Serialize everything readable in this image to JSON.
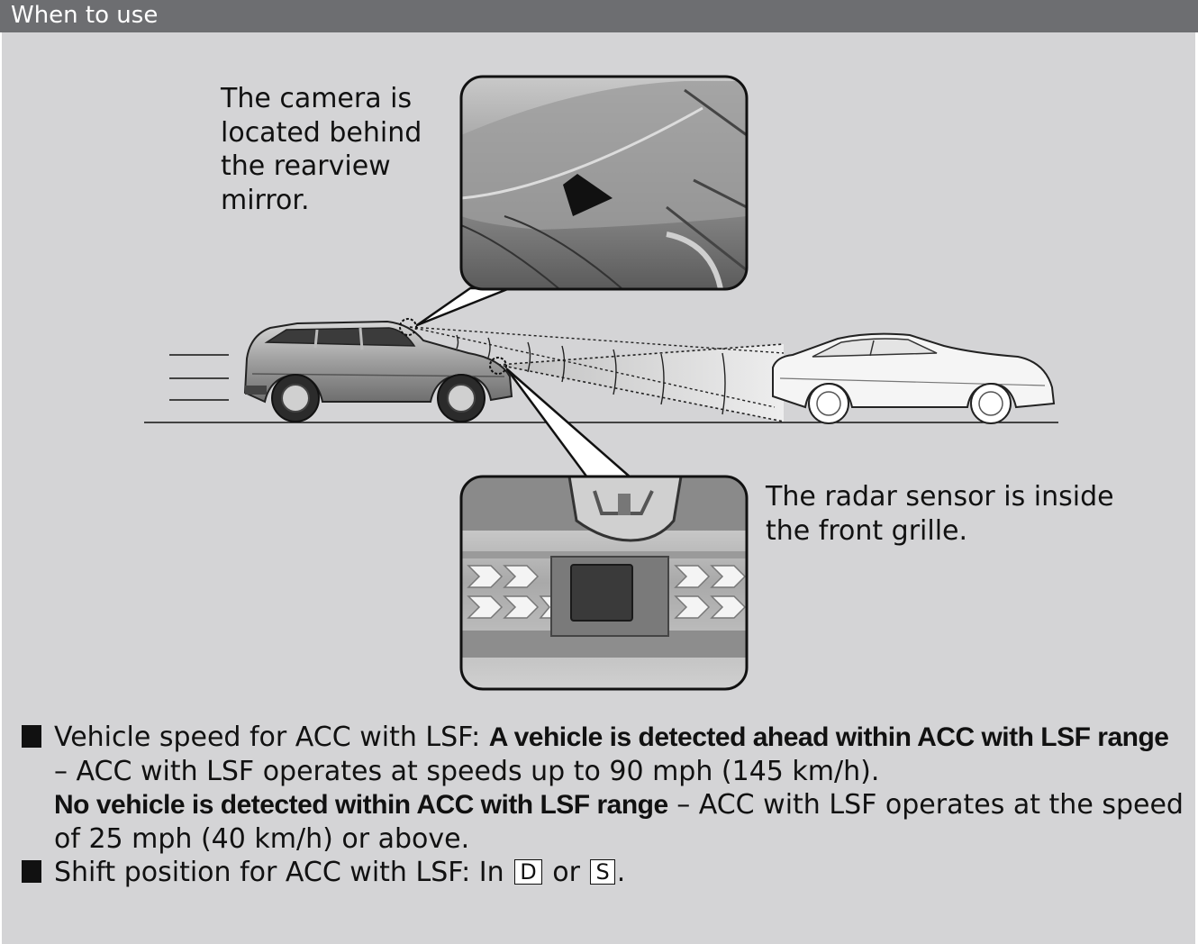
{
  "header": {
    "title": "When to use"
  },
  "captions": {
    "camera": "The camera is located behind the rearview mirror.",
    "radar": "The radar sensor is inside the front grille."
  },
  "notes": {
    "speed": {
      "label": "Vehicle speed for ACC with LSF: ",
      "detected_bold": "A vehicle is detected ahead within ACC with LSF range",
      "detected_text": " – ACC with LSF operates at speeds up to 90 mph (145 km/h).",
      "not_detected_bold": "No vehicle is detected within ACC with LSF range",
      "not_detected_text": " – ACC with LSF operates at the speed of 25 mph (40 km/h) or above."
    },
    "shift": {
      "label": "Shift position for ACC with LSF: In ",
      "key_d": "D",
      "or": " or ",
      "key_s": "S",
      "end": "."
    }
  },
  "colors": {
    "header_bg": "#6d6e71",
    "page_bg": "#d4d4d6"
  }
}
